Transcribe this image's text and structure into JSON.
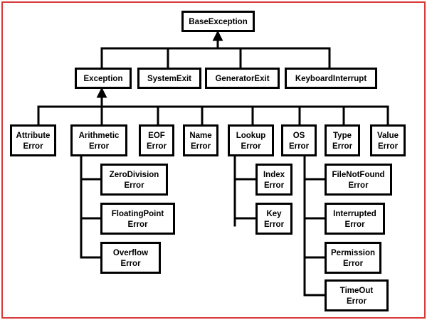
{
  "colors": {
    "frame": "#d9383a",
    "ink": "#000000",
    "background": "#ffffff"
  },
  "nodes": {
    "base_exception": [
      "BaseException"
    ],
    "exception": [
      "Exception"
    ],
    "system_exit": [
      "SystemExit"
    ],
    "generator_exit": [
      "GeneratorExit"
    ],
    "keyboard_interrupt": [
      "KeyboardInterrupt"
    ],
    "attribute_error": [
      "Attribute",
      "Error"
    ],
    "arithmetic_error": [
      "Arithmetic",
      "Error"
    ],
    "eof_error": [
      "EOF",
      "Error"
    ],
    "name_error": [
      "Name",
      "Error"
    ],
    "lookup_error": [
      "Lookup",
      "Error"
    ],
    "os_error": [
      "OS",
      "Error"
    ],
    "type_error": [
      "Type",
      "Error"
    ],
    "value_error": [
      "Value",
      "Error"
    ],
    "zero_division_error": [
      "ZeroDivision",
      "Error"
    ],
    "floating_point_error": [
      "FloatingPoint",
      "Error"
    ],
    "overflow_error": [
      "Overflow",
      "Error"
    ],
    "index_error": [
      "Index",
      "Error"
    ],
    "key_error": [
      "Key",
      "Error"
    ],
    "file_not_found_error": [
      "FileNotFound",
      "Error"
    ],
    "interrupted_error": [
      "Interrupted",
      "Error"
    ],
    "permission_error": [
      "Permission",
      "Error"
    ],
    "timeout_error": [
      "TimeOut",
      "Error"
    ]
  }
}
